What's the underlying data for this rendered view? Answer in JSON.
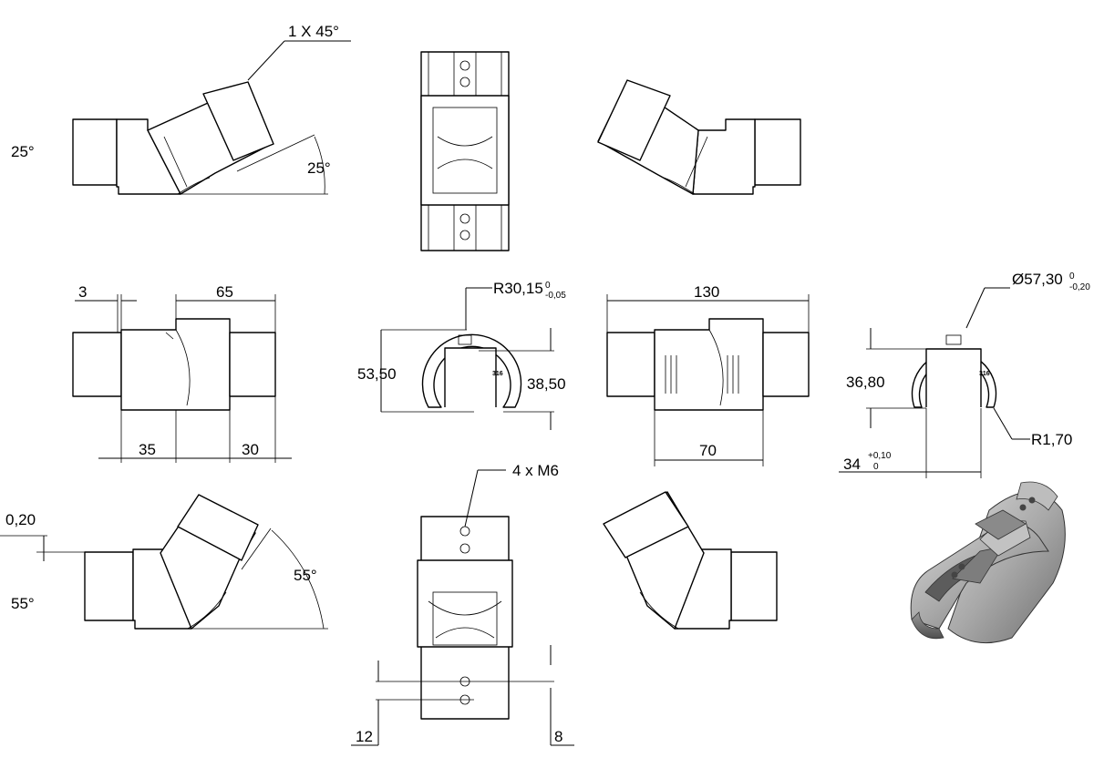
{
  "top_row": {
    "chamfer_label": "1 X 45°",
    "angle_left": "25°",
    "angle_right": "25°"
  },
  "side_view": {
    "dim_3": "3",
    "dim_65": "65",
    "dim_35": "35",
    "dim_30": "30"
  },
  "section_left": {
    "radius_label": "R30,15",
    "radius_tol_upper": "0",
    "radius_tol_lower": "-0,05",
    "height_total": "53,50",
    "height_slot": "38,50",
    "stamp": "316"
  },
  "center_view": {
    "length_total": "130",
    "length_body": "70"
  },
  "section_right": {
    "diameter_label": "Ø57,30",
    "diameter_tol_upper": "0",
    "diameter_tol_lower": "-0,20",
    "height": "36,80",
    "radius_edge": "R1,70",
    "width": "34",
    "width_tol_upper": "+0,10",
    "width_tol_lower": "0",
    "stamp": "316"
  },
  "bottom_row": {
    "offset_label": "0,20",
    "angle_left": "55°",
    "angle_right": "55°",
    "thread_label": "4 x M6",
    "dim_12": "12",
    "dim_8": "8"
  }
}
